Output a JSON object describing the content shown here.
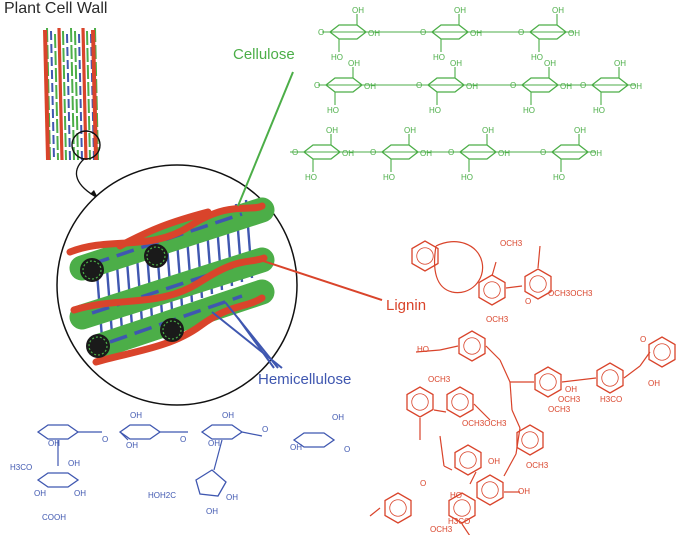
{
  "title": "Plant Cell Wall",
  "labels": {
    "cellulose": "Cellulose",
    "lignin": "Lignin",
    "hemicellulose": "Hemicellulose"
  },
  "colors": {
    "cellulose": "#4cae48",
    "lignin": "#d9442b",
    "hemicellulose": "#3f57b0",
    "outline": "#222222"
  },
  "cellulose_groups": {
    "oh": "OH",
    "ho": "HO",
    "o": "O"
  },
  "lignin_groups": {
    "och3": "OCH3",
    "och3och3": "OCH3OCH3",
    "och3_pair": "OCH3OCH3",
    "h3co": "H3CO",
    "oh": "OH",
    "ho": "HO",
    "o": "O"
  },
  "hemicellulose_groups": {
    "oh": "OH",
    "o": "O",
    "h3co": "H3CO",
    "cooh": "COOH",
    "hoh2c": "HOH2C"
  }
}
